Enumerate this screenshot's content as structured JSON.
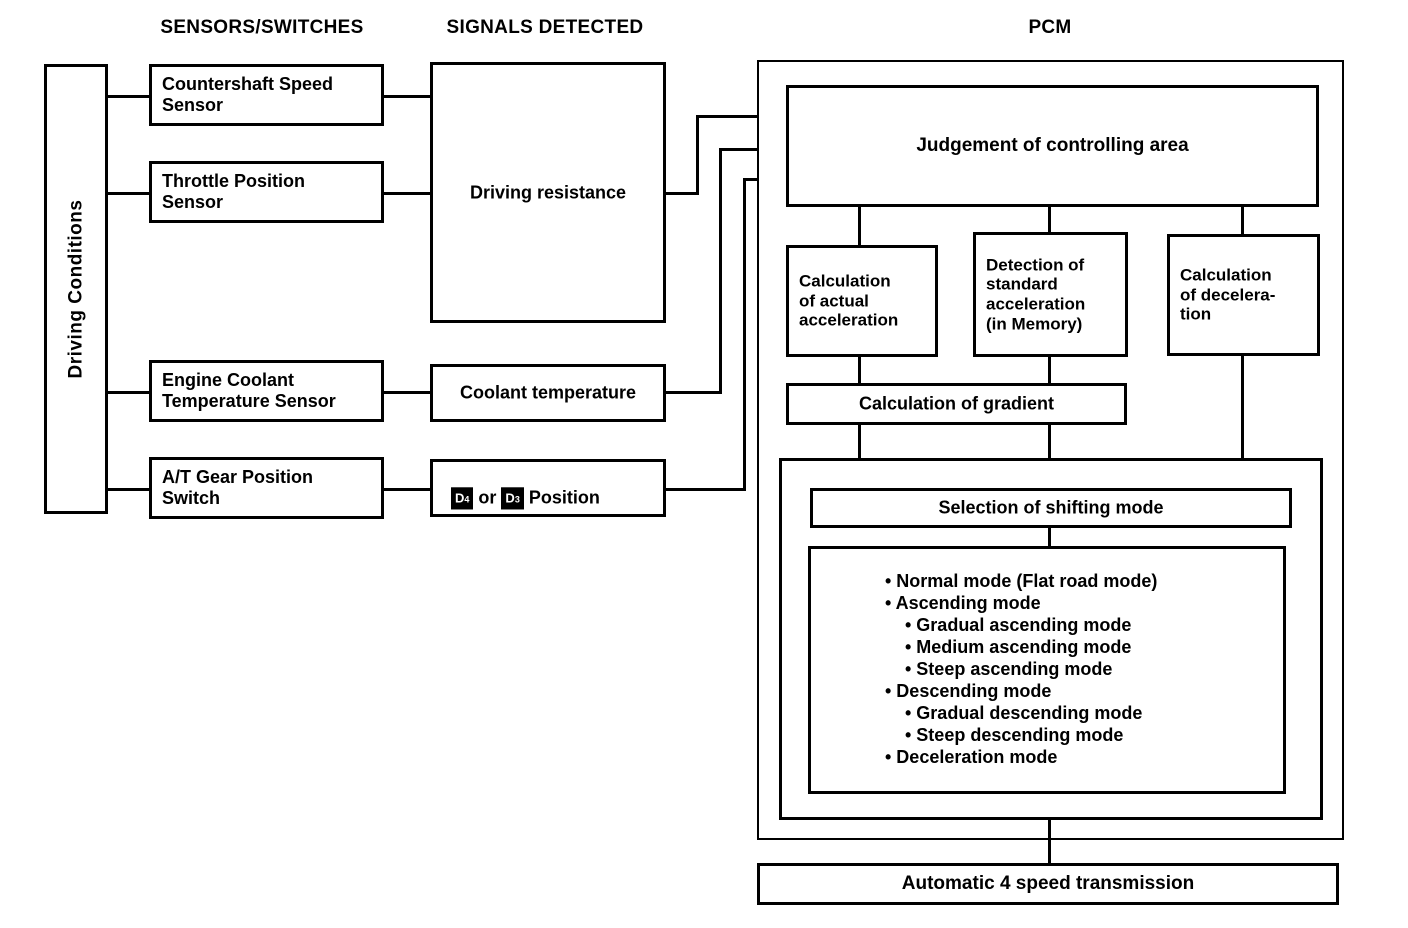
{
  "headers": {
    "sensors": "SENSORS/SWITCHES",
    "signals": "SIGNALS DETECTED",
    "pcm": "PCM"
  },
  "driving_conditions": {
    "label": "Driving Conditions"
  },
  "sensors": [
    {
      "label": "Countershaft Speed\nSensor"
    },
    {
      "label": "Throttle Position\nSensor"
    },
    {
      "label": "Engine Coolant\nTemperature Sensor"
    },
    {
      "label": "A/T Gear Position\nSwitch"
    }
  ],
  "signals": [
    {
      "label": "Driving resistance"
    },
    {
      "label": "Coolant temperature"
    },
    {
      "label_prefix": "",
      "label_middle": " or ",
      "label_suffix": " Position",
      "gear_a": "D",
      "gear_a_sub": "4",
      "gear_b": "D",
      "gear_b_sub": "3"
    }
  ],
  "pcm": {
    "judgement": "Judgement of controlling area",
    "calc_actual": "Calculation\nof actual\nacceleration",
    "detect_standard": "Detection of\nstandard\nacceleration\n(in Memory)",
    "calc_decel": "Calculation\nof decelera-\ntion",
    "calc_gradient": "Calculation of gradient",
    "selection": "Selection of shifting mode",
    "modes": [
      {
        "text": "• Normal mode (Flat road mode)",
        "level": 0
      },
      {
        "text": "• Ascending mode",
        "level": 0
      },
      {
        "text": "• Gradual ascending mode",
        "level": 1
      },
      {
        "text": "• Medium ascending mode",
        "level": 1
      },
      {
        "text": "• Steep ascending mode",
        "level": 1
      },
      {
        "text": "• Descending mode",
        "level": 0
      },
      {
        "text": "• Gradual descending mode",
        "level": 1
      },
      {
        "text": "• Steep descending mode",
        "level": 1
      },
      {
        "text": "• Deceleration mode",
        "level": 0
      }
    ]
  },
  "output": {
    "label": "Automatic 4 speed transmission"
  }
}
